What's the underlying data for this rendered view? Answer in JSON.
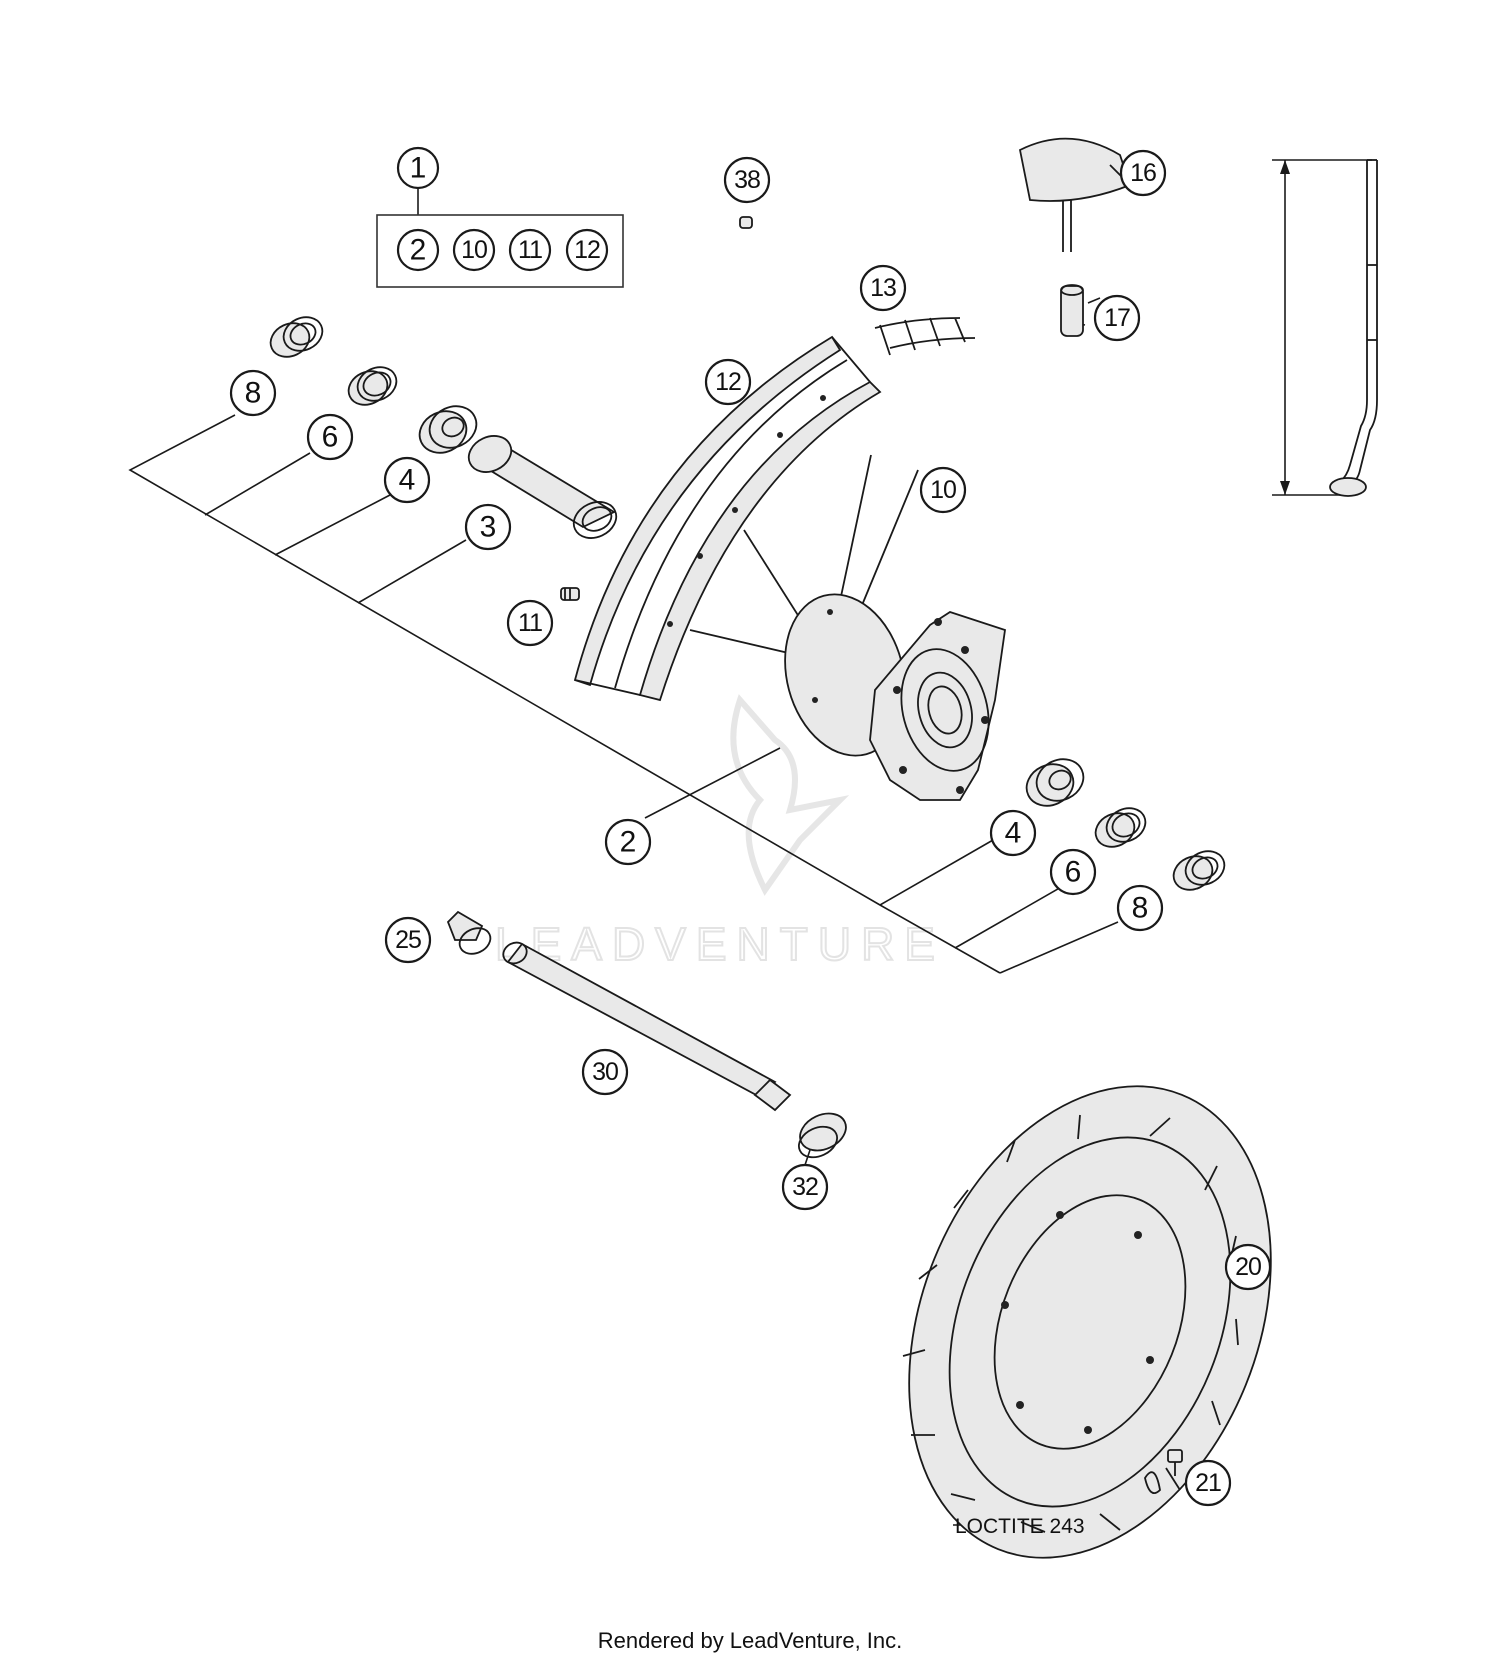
{
  "callouts": {
    "c1": "1",
    "c2": "2",
    "c10": "10",
    "c11": "11",
    "c12": "12",
    "c38": "38",
    "c16": "16",
    "c13": "13",
    "c17": "17",
    "c8a": "8",
    "c6a": "6",
    "c4a": "4",
    "c3": "3",
    "c12b": "12",
    "c10b": "10",
    "c11b": "11",
    "c2b": "2",
    "c4b": "4",
    "c6b": "6",
    "c8b": "8",
    "c25": "25",
    "c30": "30",
    "c32": "32",
    "c20": "20",
    "c21": "21"
  },
  "note_loctite": "LOCTITE 243",
  "watermark": "LEADVENTURE",
  "footer": "Rendered by LeadVenture, Inc."
}
